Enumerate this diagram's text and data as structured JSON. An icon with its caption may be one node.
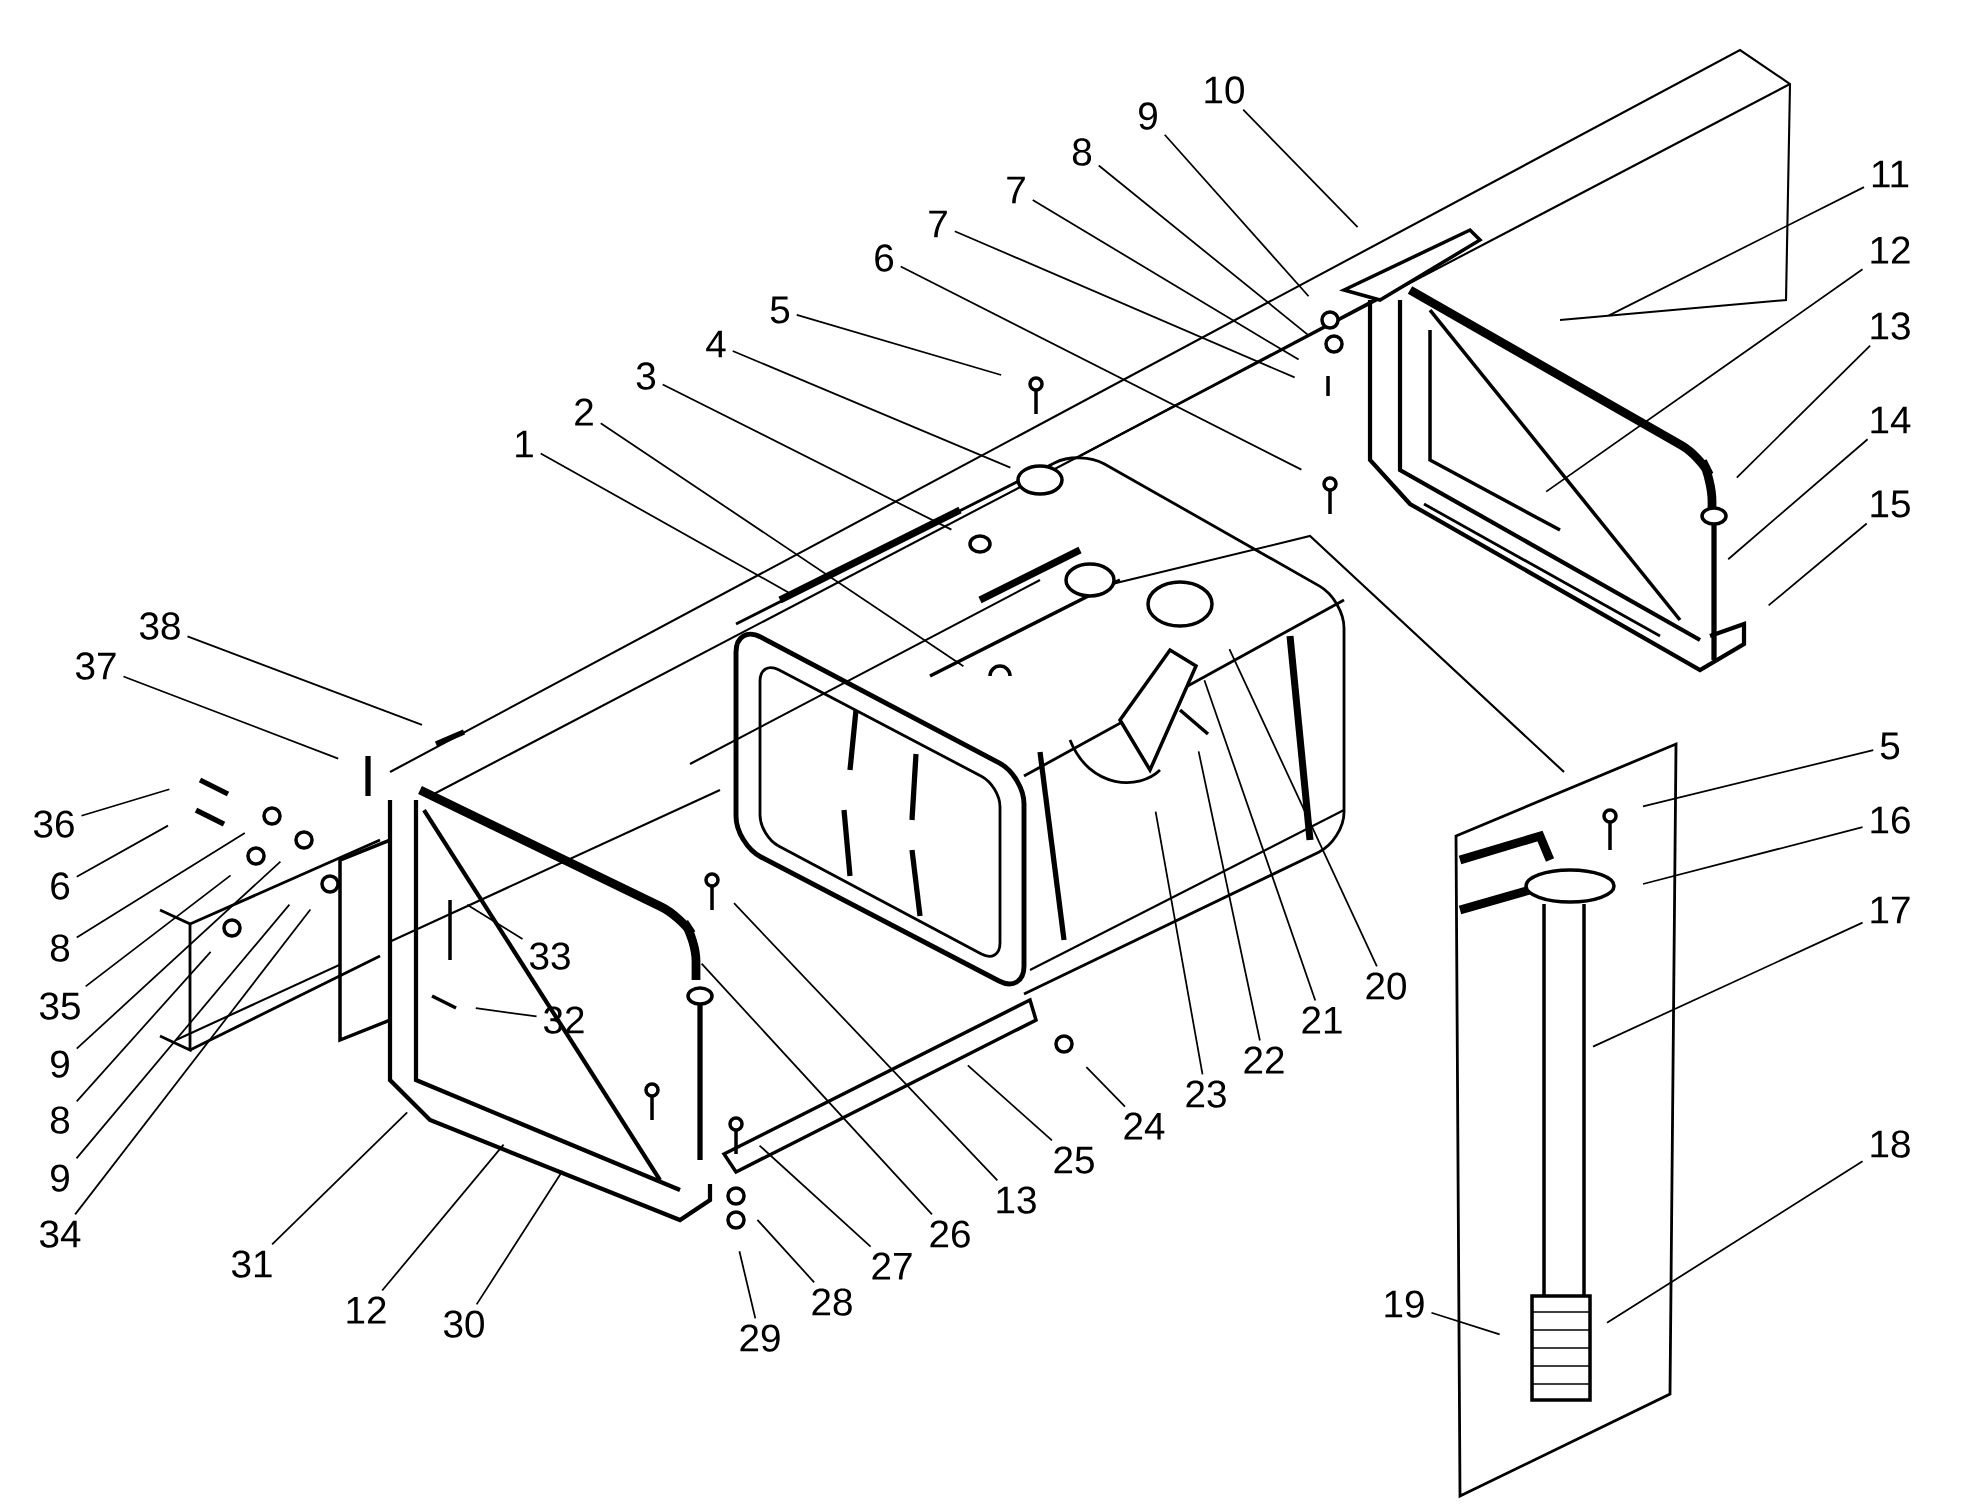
{
  "diagram": {
    "nodes": [
      {
        "text": [
          "1"
        ]
      },
      {
        "text": [
          "2"
        ]
      },
      {
        "text": [
          "3"
        ]
      },
      {
        "text": [
          "4"
        ]
      },
      {
        "text": [
          "5"
        ]
      },
      {
        "text": [
          "6"
        ]
      },
      {
        "text": [
          "7"
        ]
      },
      {
        "text": [
          "7"
        ]
      },
      {
        "text": [
          "8"
        ]
      },
      {
        "text": [
          "9"
        ]
      },
      {
        "text": [
          "10"
        ]
      },
      {
        "text": [
          "11"
        ]
      },
      {
        "text": [
          "12"
        ]
      },
      {
        "text": [
          "13"
        ]
      },
      {
        "text": [
          "14"
        ]
      },
      {
        "text": [
          "15"
        ]
      },
      {
        "text": [
          "5"
        ]
      },
      {
        "text": [
          "16"
        ]
      },
      {
        "text": [
          "17"
        ]
      },
      {
        "text": [
          "18"
        ]
      },
      {
        "text": [
          "19"
        ]
      },
      {
        "text": [
          "20"
        ]
      },
      {
        "text": [
          "21"
        ]
      },
      {
        "text": [
          "22"
        ]
      },
      {
        "text": [
          "23"
        ]
      },
      {
        "text": [
          "24"
        ]
      },
      {
        "text": [
          "25"
        ]
      },
      {
        "text": [
          "13"
        ]
      },
      {
        "text": [
          "26"
        ]
      },
      {
        "text": [
          "27"
        ]
      },
      {
        "text": [
          "28"
        ]
      },
      {
        "text": [
          "29"
        ]
      },
      {
        "text": [
          "30"
        ]
      },
      {
        "text": [
          "12"
        ]
      },
      {
        "text": [
          "31"
        ]
      },
      {
        "text": [
          "32"
        ]
      },
      {
        "text": [
          "33"
        ]
      },
      {
        "text": [
          "34"
        ]
      },
      {
        "text": [
          "9"
        ]
      },
      {
        "text": [
          "8"
        ]
      },
      {
        "text": [
          "9"
        ]
      },
      {
        "text": [
          "35"
        ]
      },
      {
        "text": [
          "8"
        ]
      },
      {
        "text": [
          "6"
        ]
      },
      {
        "text": [
          "36"
        ]
      },
      {
        "text": [
          "37"
        ]
      },
      {
        "text": [
          "38"
        ]
      }
    ],
    "edges": [
      {
        "from": 0,
        "to": null,
        "arrow": "none"
      },
      {
        "from": 1,
        "to": null,
        "arrow": "none"
      },
      {
        "from": 2,
        "to": null,
        "arrow": "none"
      },
      {
        "from": 3,
        "to": null,
        "arrow": "none"
      },
      {
        "from": 4,
        "to": null,
        "arrow": "none"
      },
      {
        "from": 5,
        "to": null,
        "arrow": "none"
      },
      {
        "from": 6,
        "to": null,
        "arrow": "none"
      },
      {
        "from": 7,
        "to": null,
        "arrow": "none"
      },
      {
        "from": 8,
        "to": null,
        "arrow": "none"
      },
      {
        "from": 9,
        "to": null,
        "arrow": "none"
      },
      {
        "from": 10,
        "to": null,
        "arrow": "none"
      },
      {
        "from": 11,
        "to": null,
        "arrow": "none"
      },
      {
        "from": 12,
        "to": null,
        "arrow": "none"
      },
      {
        "from": 13,
        "to": null,
        "arrow": "none"
      },
      {
        "from": 14,
        "to": null,
        "arrow": "none"
      },
      {
        "from": 15,
        "to": null,
        "arrow": "none"
      },
      {
        "from": 16,
        "to": null,
        "arrow": "none"
      },
      {
        "from": 17,
        "to": null,
        "arrow": "none"
      },
      {
        "from": 18,
        "to": null,
        "arrow": "none"
      },
      {
        "from": 19,
        "to": null,
        "arrow": "none"
      },
      {
        "from": 20,
        "to": null,
        "arrow": "none"
      },
      {
        "from": 21,
        "to": null,
        "arrow": "none"
      },
      {
        "from": 22,
        "to": null,
        "arrow": "none"
      },
      {
        "from": 23,
        "to": null,
        "arrow": "none"
      },
      {
        "from": 24,
        "to": null,
        "arrow": "none"
      },
      {
        "from": 25,
        "to": null,
        "arrow": "none"
      },
      {
        "from": 26,
        "to": null,
        "arrow": "none"
      },
      {
        "from": 27,
        "to": null,
        "arrow": "none"
      },
      {
        "from": 28,
        "to": null,
        "arrow": "none"
      },
      {
        "from": 29,
        "to": null,
        "arrow": "none"
      },
      {
        "from": 30,
        "to": null,
        "arrow": "none"
      },
      {
        "from": 31,
        "to": null,
        "arrow": "none"
      },
      {
        "from": 32,
        "to": null,
        "arrow": "none"
      },
      {
        "from": 33,
        "to": null,
        "arrow": "none"
      },
      {
        "from": 34,
        "to": null,
        "arrow": "none"
      },
      {
        "from": 35,
        "to": null,
        "arrow": "none"
      },
      {
        "from": 36,
        "to": null,
        "arrow": "none"
      },
      {
        "from": 37,
        "to": null,
        "arrow": "none"
      },
      {
        "from": 38,
        "to": null,
        "arrow": "none"
      },
      {
        "from": 39,
        "to": null,
        "arrow": "none"
      },
      {
        "from": 40,
        "to": null,
        "arrow": "none"
      },
      {
        "from": 41,
        "to": null,
        "arrow": "none"
      },
      {
        "from": 42,
        "to": null,
        "arrow": "none"
      },
      {
        "from": 43,
        "to": null,
        "arrow": "none"
      },
      {
        "from": 44,
        "to": null,
        "arrow": "none"
      },
      {
        "from": 45,
        "to": null,
        "arrow": "none"
      },
      {
        "from": 46,
        "to": null,
        "arrow": "none"
      }
    ]
  }
}
